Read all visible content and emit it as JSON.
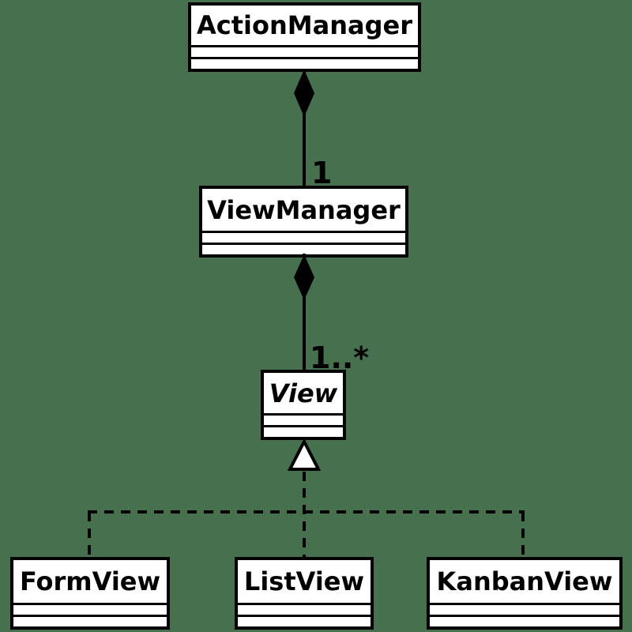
{
  "diagram": {
    "kind": "uml-class-diagram",
    "colors": {
      "background": "#47704f",
      "box_fill": "#ffffff",
      "line": "#000000",
      "text": "#000000"
    },
    "classes": [
      {
        "name": "ActionManager",
        "abstract": false
      },
      {
        "name": "ViewManager",
        "abstract": false
      },
      {
        "name": "View",
        "abstract": true
      },
      {
        "name": "FormView",
        "abstract": false
      },
      {
        "name": "ListView",
        "abstract": false
      },
      {
        "name": "KanbanView",
        "abstract": false
      }
    ],
    "relationships": [
      {
        "type": "composition",
        "from": "ActionManager",
        "to": "ViewManager",
        "multiplicity": "1"
      },
      {
        "type": "composition",
        "from": "ViewManager",
        "to": "View",
        "multiplicity": "1..*"
      },
      {
        "type": "inheritance",
        "from": "FormView",
        "to": "View"
      },
      {
        "type": "inheritance",
        "from": "ListView",
        "to": "View"
      },
      {
        "type": "inheritance",
        "from": "KanbanView",
        "to": "View"
      }
    ]
  }
}
